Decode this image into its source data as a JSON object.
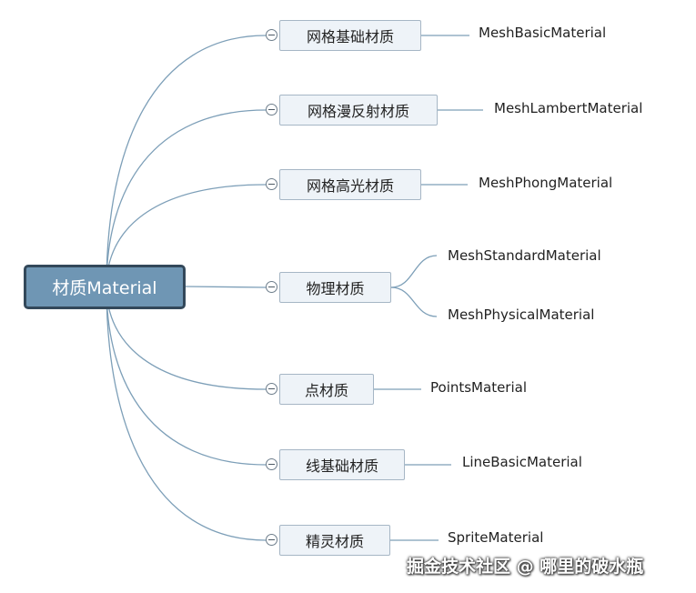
{
  "root": {
    "label": "材质Material"
  },
  "branches": [
    {
      "label": "网格基础材质",
      "leaves": [
        "MeshBasicMaterial"
      ]
    },
    {
      "label": "网格漫反射材质",
      "leaves": [
        "MeshLambertMaterial"
      ]
    },
    {
      "label": "网格高光材质",
      "leaves": [
        "MeshPhongMaterial"
      ]
    },
    {
      "label": "物理材质",
      "leaves": [
        "MeshStandardMaterial",
        "MeshPhysicalMaterial"
      ]
    },
    {
      "label": "点材质",
      "leaves": [
        "PointsMaterial"
      ]
    },
    {
      "label": "线基础材质",
      "leaves": [
        "LineBasicMaterial"
      ]
    },
    {
      "label": "精灵材质",
      "leaves": [
        "SpriteMaterial"
      ]
    }
  ],
  "watermark": "掘金技术社区 @ 哪里的破水瓶",
  "colors": {
    "root_fill": "#6f96b4",
    "root_border": "#33485a",
    "branch_fill": "#eef3f8",
    "branch_border": "#a6b6c5",
    "connector": "#7d9fb8"
  }
}
